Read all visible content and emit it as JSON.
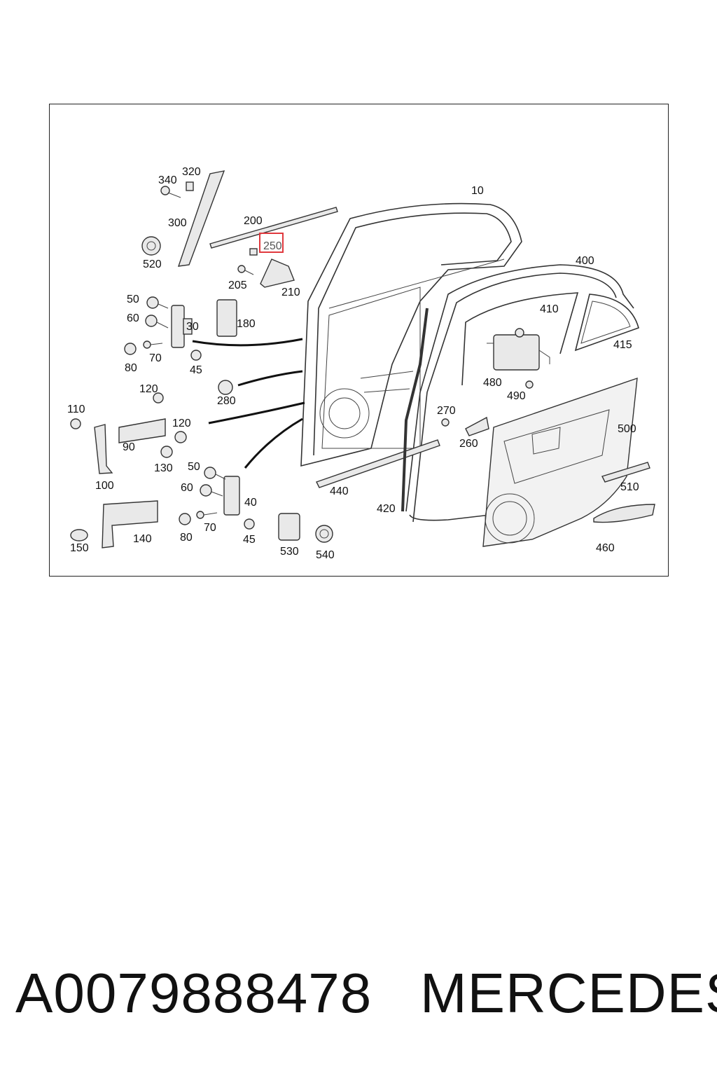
{
  "diagram": {
    "labels": {
      "p10": "10",
      "p30": "30",
      "p40": "40",
      "p45a": "45",
      "p45b": "45",
      "p50a": "50",
      "p50b": "50",
      "p60a": "60",
      "p60b": "60",
      "p70a": "70",
      "p70b": "70",
      "p80a": "80",
      "p80b": "80",
      "p90": "90",
      "p100": "100",
      "p110": "110",
      "p120a": "120",
      "p120b": "120",
      "p130": "130",
      "p140": "140",
      "p150": "150",
      "p180": "180",
      "p200": "200",
      "p205": "205",
      "p210": "210",
      "p250": "250",
      "p260": "260",
      "p270": "270",
      "p280": "280",
      "p300": "300",
      "p320": "320",
      "p340": "340",
      "p400": "400",
      "p410": "410",
      "p415": "415",
      "p420": "420",
      "p440": "440",
      "p460": "460",
      "p480": "480",
      "p490": "490",
      "p500": "500",
      "p510": "510",
      "p520": "520",
      "p530": "530",
      "p540": "540"
    },
    "highlighted_part": "250",
    "highlight_color": "#e0393e"
  },
  "footer": {
    "part_number": "A0079888478",
    "brand": "MERCEDES"
  }
}
